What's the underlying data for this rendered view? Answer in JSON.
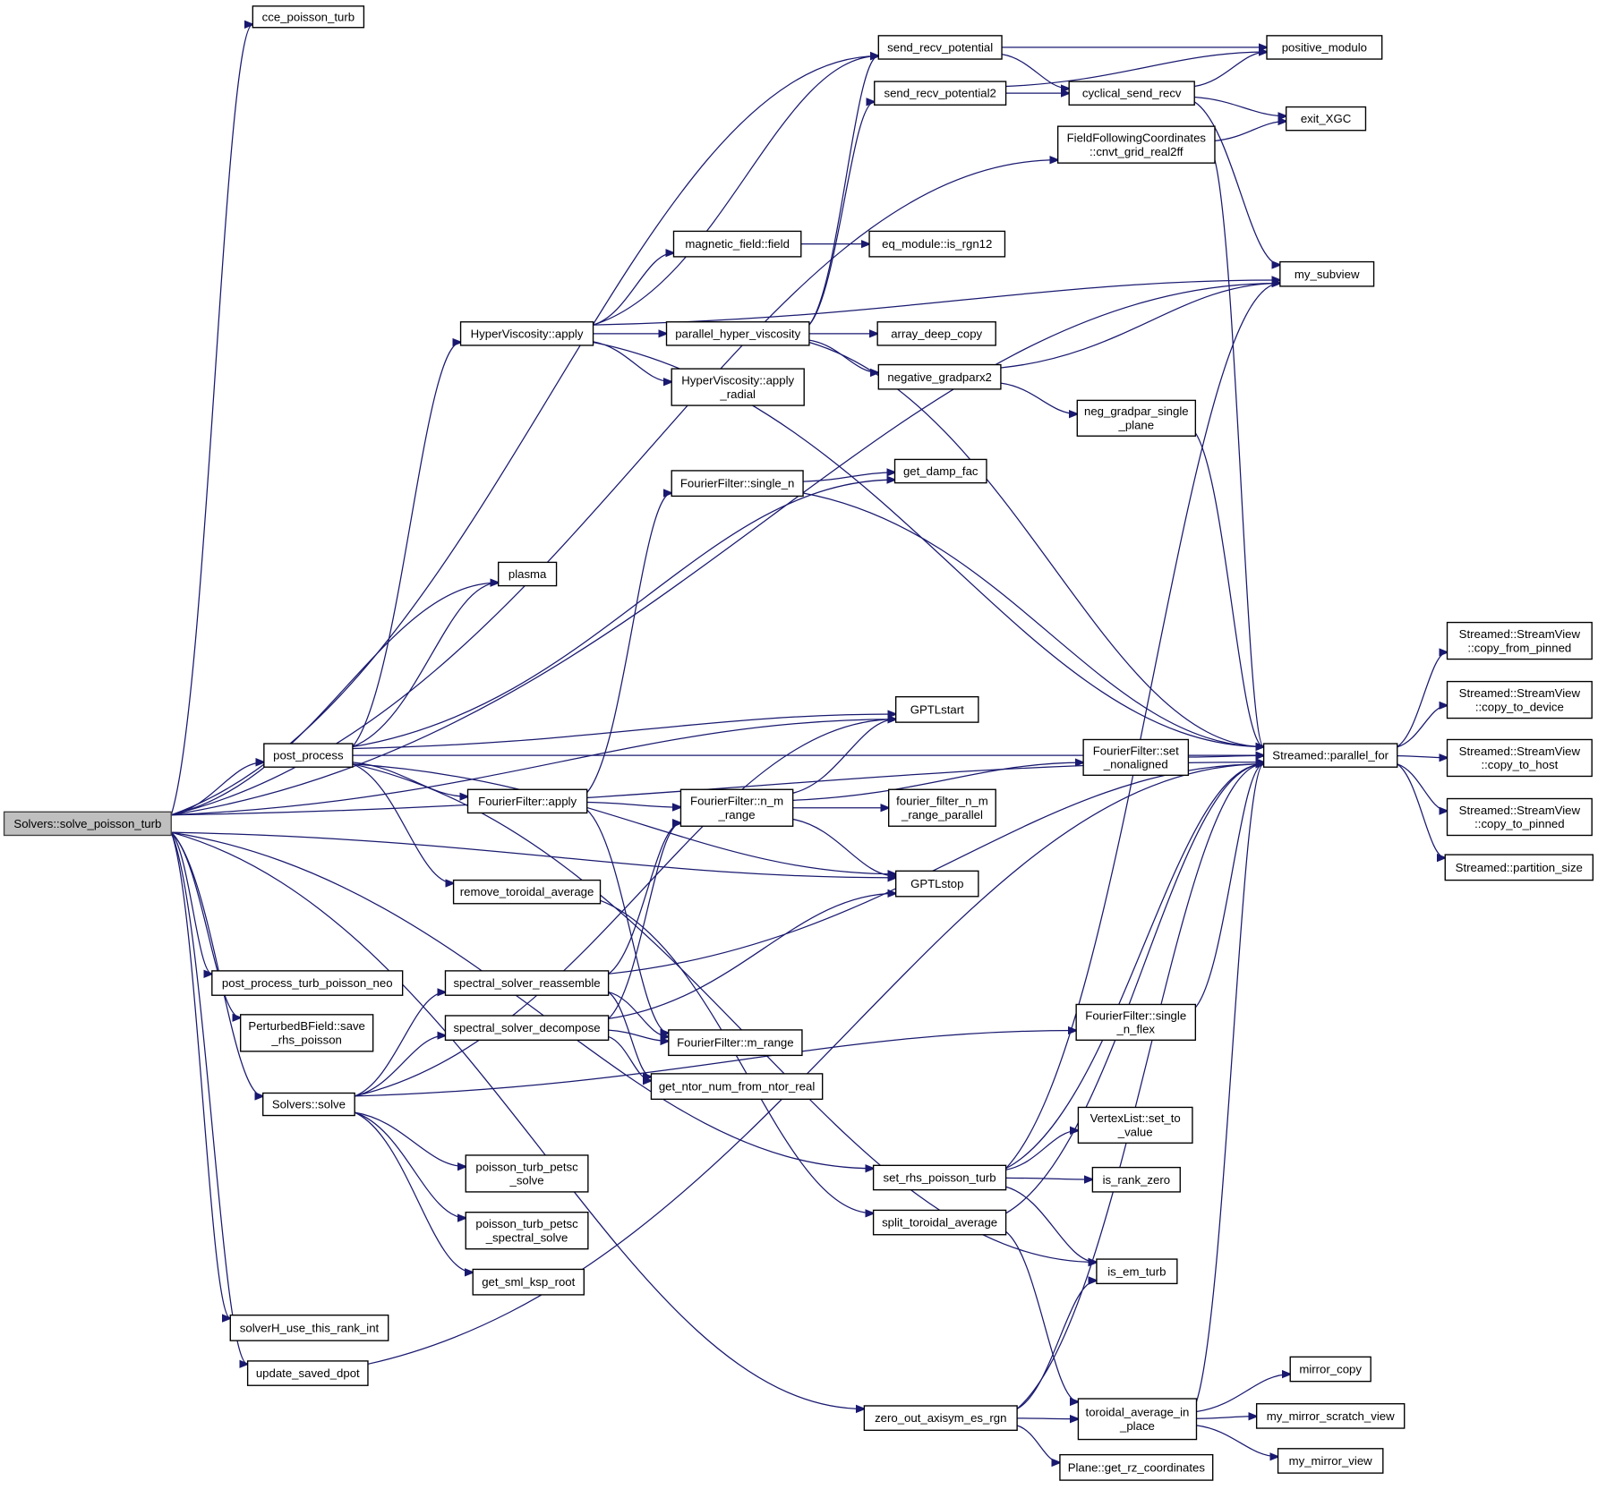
{
  "diagram": {
    "title": "Call graph of Solvers::solve_poisson_turb",
    "colors": {
      "edge": "#191970",
      "root_fill": "#bfbfbf",
      "node_fill": "#ffffff",
      "border": "#000000"
    },
    "root": "solve_poisson_turb",
    "nodes": [
      {
        "id": "solve_poisson_turb",
        "lines": [
          "Solvers::solve_poisson_turb"
        ]
      },
      {
        "id": "cce_poisson_turb",
        "lines": [
          "cce_poisson_turb"
        ]
      },
      {
        "id": "send_recv_potential",
        "lines": [
          "send_recv_potential"
        ]
      },
      {
        "id": "positive_modulo",
        "lines": [
          "positive_modulo"
        ]
      },
      {
        "id": "send_recv_potential2",
        "lines": [
          "send_recv_potential2"
        ]
      },
      {
        "id": "cyclical_send_recv",
        "lines": [
          "cyclical_send_recv"
        ]
      },
      {
        "id": "exit_XGC",
        "lines": [
          "exit_XGC"
        ]
      },
      {
        "id": "cnvt_grid_real2ff",
        "lines": [
          "FieldFollowingCoordinates",
          "::cnvt_grid_real2ff"
        ]
      },
      {
        "id": "magnetic_field_field",
        "lines": [
          "magnetic_field::field"
        ]
      },
      {
        "id": "is_rgn12",
        "lines": [
          "eq_module::is_rgn12"
        ]
      },
      {
        "id": "my_subview",
        "lines": [
          "my_subview"
        ]
      },
      {
        "id": "hv_apply",
        "lines": [
          "HyperViscosity::apply"
        ]
      },
      {
        "id": "parallel_hyper_viscosity",
        "lines": [
          "parallel_hyper_viscosity"
        ]
      },
      {
        "id": "array_deep_copy",
        "lines": [
          "array_deep_copy"
        ]
      },
      {
        "id": "hv_apply_radial",
        "lines": [
          "HyperViscosity::apply",
          "_radial"
        ]
      },
      {
        "id": "negative_gradparx2",
        "lines": [
          "negative_gradparx2"
        ]
      },
      {
        "id": "neg_gradpar_single_plane",
        "lines": [
          "neg_gradpar_single",
          "_plane"
        ]
      },
      {
        "id": "get_damp_fac",
        "lines": [
          "get_damp_fac"
        ]
      },
      {
        "id": "ff_single_n",
        "lines": [
          "FourierFilter::single_n"
        ]
      },
      {
        "id": "plasma",
        "lines": [
          "plasma"
        ]
      },
      {
        "id": "GPTLstart",
        "lines": [
          "GPTLstart"
        ]
      },
      {
        "id": "post_process",
        "lines": [
          "post_process"
        ]
      },
      {
        "id": "ff_apply",
        "lines": [
          "FourierFilter::apply"
        ]
      },
      {
        "id": "ff_n_m_range",
        "lines": [
          "FourierFilter::n_m",
          "_range"
        ]
      },
      {
        "id": "fourier_filter_n_m_range_parallel",
        "lines": [
          "fourier_filter_n_m",
          "_range_parallel"
        ]
      },
      {
        "id": "ff_set_nonaligned",
        "lines": [
          "FourierFilter::set",
          "_nonaligned"
        ]
      },
      {
        "id": "parallel_for",
        "lines": [
          "Streamed::parallel_for"
        ]
      },
      {
        "id": "copy_from_pinned",
        "lines": [
          "Streamed::StreamView",
          "::copy_from_pinned"
        ]
      },
      {
        "id": "copy_to_device",
        "lines": [
          "Streamed::StreamView",
          "::copy_to_device"
        ]
      },
      {
        "id": "copy_to_host",
        "lines": [
          "Streamed::StreamView",
          "::copy_to_host"
        ]
      },
      {
        "id": "copy_to_pinned",
        "lines": [
          "Streamed::StreamView",
          "::copy_to_pinned"
        ]
      },
      {
        "id": "partition_size",
        "lines": [
          "Streamed::partition_size"
        ]
      },
      {
        "id": "remove_toroidal_average",
        "lines": [
          "remove_toroidal_average"
        ]
      },
      {
        "id": "GPTLstop",
        "lines": [
          "GPTLstop"
        ]
      },
      {
        "id": "post_process_turb_poisson_neo",
        "lines": [
          "post_process_turb_poisson_neo"
        ]
      },
      {
        "id": "spectral_solver_reassemble",
        "lines": [
          "spectral_solver_reassemble"
        ]
      },
      {
        "id": "save_rhs_poisson",
        "lines": [
          "PerturbedBField::save",
          "_rhs_poisson"
        ]
      },
      {
        "id": "spectral_solver_decompose",
        "lines": [
          "spectral_solver_decompose"
        ]
      },
      {
        "id": "ff_m_range",
        "lines": [
          "FourierFilter::m_range"
        ]
      },
      {
        "id": "ff_single_n_flex",
        "lines": [
          "FourierFilter::single",
          "_n_flex"
        ]
      },
      {
        "id": "get_ntor_num_from_ntor_real",
        "lines": [
          "get_ntor_num_from_ntor_real"
        ]
      },
      {
        "id": "solvers_solve",
        "lines": [
          "Solvers::solve"
        ]
      },
      {
        "id": "set_to_value",
        "lines": [
          "VertexList::set_to",
          "_value"
        ]
      },
      {
        "id": "poisson_turb_petsc_solve",
        "lines": [
          "poisson_turb_petsc",
          "_solve"
        ]
      },
      {
        "id": "set_rhs_poisson_turb",
        "lines": [
          "set_rhs_poisson_turb"
        ]
      },
      {
        "id": "is_rank_zero",
        "lines": [
          "is_rank_zero"
        ]
      },
      {
        "id": "split_toroidal_average",
        "lines": [
          "split_toroidal_average"
        ]
      },
      {
        "id": "poisson_turb_petsc_spectral_solve",
        "lines": [
          "poisson_turb_petsc",
          "_spectral_solve"
        ]
      },
      {
        "id": "is_em_turb",
        "lines": [
          "is_em_turb"
        ]
      },
      {
        "id": "get_sml_ksp_root",
        "lines": [
          "get_sml_ksp_root"
        ]
      },
      {
        "id": "solverH_use_this_rank_int",
        "lines": [
          "solverH_use_this_rank_int"
        ]
      },
      {
        "id": "update_saved_dpot",
        "lines": [
          "update_saved_dpot"
        ]
      },
      {
        "id": "mirror_copy",
        "lines": [
          "mirror_copy"
        ]
      },
      {
        "id": "zero_out_axisym_es_rgn",
        "lines": [
          "zero_out_axisym_es_rgn"
        ]
      },
      {
        "id": "toroidal_average_in_place",
        "lines": [
          "toroidal_average_in",
          "_place"
        ]
      },
      {
        "id": "my_mirror_scratch_view",
        "lines": [
          "my_mirror_scratch_view"
        ]
      },
      {
        "id": "my_mirror_view",
        "lines": [
          "my_mirror_view"
        ]
      },
      {
        "id": "get_rz_coordinates",
        "lines": [
          "Plane::get_rz_coordinates"
        ]
      }
    ],
    "edges": [
      [
        "solve_poisson_turb",
        "cce_poisson_turb"
      ],
      [
        "solve_poisson_turb",
        "send_recv_potential"
      ],
      [
        "solve_poisson_turb",
        "cnvt_grid_real2ff"
      ],
      [
        "solve_poisson_turb",
        "my_subview"
      ],
      [
        "solve_poisson_turb",
        "GPTLstart"
      ],
      [
        "solve_poisson_turb",
        "parallel_for"
      ],
      [
        "solve_poisson_turb",
        "plasma"
      ],
      [
        "solve_poisson_turb",
        "post_process"
      ],
      [
        "solve_poisson_turb",
        "GPTLstop"
      ],
      [
        "solve_poisson_turb",
        "post_process_turb_poisson_neo"
      ],
      [
        "solve_poisson_turb",
        "save_rhs_poisson"
      ],
      [
        "solve_poisson_turb",
        "solvers_solve"
      ],
      [
        "solve_poisson_turb",
        "set_rhs_poisson_turb"
      ],
      [
        "solve_poisson_turb",
        "solverH_use_this_rank_int"
      ],
      [
        "solve_poisson_turb",
        "update_saved_dpot"
      ],
      [
        "solve_poisson_turb",
        "zero_out_axisym_es_rgn"
      ],
      [
        "send_recv_potential",
        "positive_modulo"
      ],
      [
        "send_recv_potential",
        "cyclical_send_recv"
      ],
      [
        "send_recv_potential2",
        "positive_modulo"
      ],
      [
        "send_recv_potential2",
        "cyclical_send_recv"
      ],
      [
        "cyclical_send_recv",
        "positive_modulo"
      ],
      [
        "cyclical_send_recv",
        "exit_XGC"
      ],
      [
        "cyclical_send_recv",
        "my_subview"
      ],
      [
        "cnvt_grid_real2ff",
        "exit_XGC"
      ],
      [
        "cnvt_grid_real2ff",
        "parallel_for"
      ],
      [
        "magnetic_field_field",
        "is_rgn12"
      ],
      [
        "hv_apply",
        "send_recv_potential"
      ],
      [
        "hv_apply",
        "magnetic_field_field"
      ],
      [
        "hv_apply",
        "my_subview"
      ],
      [
        "hv_apply",
        "parallel_hyper_viscosity"
      ],
      [
        "hv_apply",
        "hv_apply_radial"
      ],
      [
        "hv_apply",
        "parallel_for"
      ],
      [
        "parallel_hyper_viscosity",
        "send_recv_potential"
      ],
      [
        "parallel_hyper_viscosity",
        "send_recv_potential2"
      ],
      [
        "parallel_hyper_viscosity",
        "array_deep_copy"
      ],
      [
        "parallel_hyper_viscosity",
        "negative_gradparx2"
      ],
      [
        "parallel_hyper_viscosity",
        "parallel_for"
      ],
      [
        "negative_gradparx2",
        "my_subview"
      ],
      [
        "negative_gradparx2",
        "neg_gradpar_single_plane"
      ],
      [
        "neg_gradpar_single_plane",
        "parallel_for"
      ],
      [
        "ff_single_n",
        "get_damp_fac"
      ],
      [
        "ff_single_n",
        "parallel_for"
      ],
      [
        "post_process",
        "hv_apply"
      ],
      [
        "post_process",
        "plasma"
      ],
      [
        "post_process",
        "get_damp_fac"
      ],
      [
        "post_process",
        "parallel_for"
      ],
      [
        "post_process",
        "GPTLstart"
      ],
      [
        "post_process",
        "ff_apply"
      ],
      [
        "post_process",
        "GPTLstop"
      ],
      [
        "post_process",
        "remove_toroidal_average"
      ],
      [
        "post_process",
        "is_em_turb"
      ],
      [
        "ff_apply",
        "ff_single_n"
      ],
      [
        "ff_apply",
        "ff_n_m_range"
      ],
      [
        "ff_apply",
        "ff_m_range"
      ],
      [
        "ff_n_m_range",
        "GPTLstart"
      ],
      [
        "ff_n_m_range",
        "ff_set_nonaligned"
      ],
      [
        "ff_n_m_range",
        "fourier_filter_n_m_range_parallel"
      ],
      [
        "ff_n_m_range",
        "GPTLstop"
      ],
      [
        "ff_set_nonaligned",
        "parallel_for"
      ],
      [
        "parallel_for",
        "copy_from_pinned"
      ],
      [
        "parallel_for",
        "copy_to_device"
      ],
      [
        "parallel_for",
        "copy_to_host"
      ],
      [
        "parallel_for",
        "copy_to_pinned"
      ],
      [
        "parallel_for",
        "partition_size"
      ],
      [
        "remove_toroidal_average",
        "split_toroidal_average"
      ],
      [
        "spectral_solver_reassemble",
        "ff_n_m_range"
      ],
      [
        "spectral_solver_reassemble",
        "parallel_for"
      ],
      [
        "spectral_solver_reassemble",
        "ff_m_range"
      ],
      [
        "spectral_solver_reassemble",
        "get_ntor_num_from_ntor_real"
      ],
      [
        "spectral_solver_decompose",
        "ff_n_m_range"
      ],
      [
        "spectral_solver_decompose",
        "ff_m_range"
      ],
      [
        "spectral_solver_decompose",
        "get_ntor_num_from_ntor_real"
      ],
      [
        "spectral_solver_decompose",
        "GPTLstop"
      ],
      [
        "solvers_solve",
        "GPTLstart"
      ],
      [
        "solvers_solve",
        "spectral_solver_reassemble"
      ],
      [
        "solvers_solve",
        "spectral_solver_decompose"
      ],
      [
        "solvers_solve",
        "ff_single_n_flex"
      ],
      [
        "solvers_solve",
        "poisson_turb_petsc_solve"
      ],
      [
        "solvers_solve",
        "poisson_turb_petsc_spectral_solve"
      ],
      [
        "solvers_solve",
        "get_sml_ksp_root"
      ],
      [
        "ff_single_n_flex",
        "parallel_for"
      ],
      [
        "set_rhs_poisson_turb",
        "my_subview"
      ],
      [
        "set_rhs_poisson_turb",
        "parallel_for"
      ],
      [
        "set_rhs_poisson_turb",
        "set_to_value"
      ],
      [
        "set_rhs_poisson_turb",
        "is_rank_zero"
      ],
      [
        "set_rhs_poisson_turb",
        "is_em_turb"
      ],
      [
        "split_toroidal_average",
        "parallel_for"
      ],
      [
        "split_toroidal_average",
        "toroidal_average_in_place"
      ],
      [
        "update_saved_dpot",
        "parallel_for"
      ],
      [
        "zero_out_axisym_es_rgn",
        "is_em_turb"
      ],
      [
        "zero_out_axisym_es_rgn",
        "parallel_for"
      ],
      [
        "zero_out_axisym_es_rgn",
        "toroidal_average_in_place"
      ],
      [
        "zero_out_axisym_es_rgn",
        "get_rz_coordinates"
      ],
      [
        "toroidal_average_in_place",
        "parallel_for"
      ],
      [
        "toroidal_average_in_place",
        "mirror_copy"
      ],
      [
        "toroidal_average_in_place",
        "my_mirror_scratch_view"
      ],
      [
        "toroidal_average_in_place",
        "my_mirror_view"
      ]
    ]
  }
}
